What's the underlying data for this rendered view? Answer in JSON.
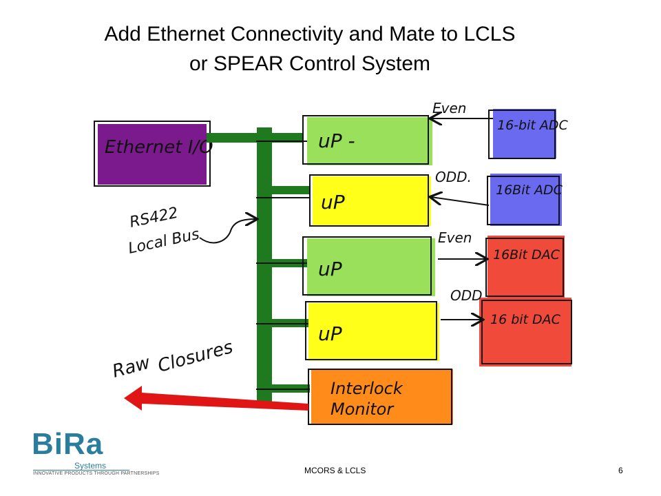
{
  "slide": {
    "title_line1": "Add Ethernet Connectivity and Mate to LCLS",
    "title_line2": "or SPEAR Control System",
    "footer_center": "MCORS & LCLS",
    "page_number": "6"
  },
  "diagram": {
    "ethernet_box": "Ethernet I/O",
    "bus_label_line1": "RS422",
    "bus_label_line2": "Local Bus",
    "processors": [
      "uP -",
      "uP",
      "uP",
      "uP"
    ],
    "interlock_line1": "Interlock",
    "interlock_line2": "Monitor",
    "converters": [
      "16-bit ADC",
      "16Bit ADC",
      "16Bit DAC",
      "16 bit DAC"
    ],
    "side_labels": [
      "Even",
      "ODD.",
      "Even",
      "ODD"
    ],
    "output_label_line1": "Raw",
    "output_label_line2": "Closures",
    "colors": {
      "ethernet": "#7b1a8c",
      "bus": "#1f7a1f",
      "processor_green": "#9ae05a",
      "processor_yellow": "#ffff1a",
      "interlock": "#ff8c1a",
      "adc": "#6a6af0",
      "dac": "#f04a3a",
      "arrow": "#e01515"
    }
  },
  "logo": {
    "main": "BiRa",
    "sub": "Systems",
    "tagline": "INNOVATIVE PRODUCTS THROUGH PARTNERSHIPS"
  }
}
